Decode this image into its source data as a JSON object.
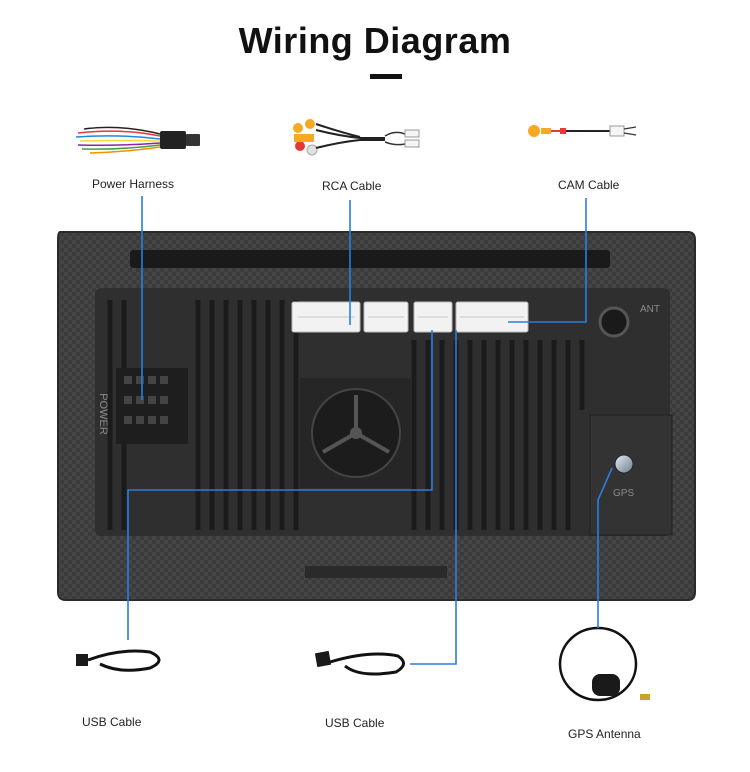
{
  "title": "Wiring Diagram",
  "labels": {
    "power_harness": "Power  Harness",
    "rca_cable": "RCA Cable",
    "cam_cable": "CAM Cable",
    "usb_cable_left": "USB Cable",
    "usb_cable_mid": "USB Cable",
    "gps_antenna": "GPS Antenna"
  },
  "unit_markings": {
    "power": "POWER",
    "ant": "ANT",
    "gps": "GPS"
  },
  "colors": {
    "callout_line": "#2a7de1",
    "unit_body": "#3a3a3a",
    "title": "#111111"
  }
}
